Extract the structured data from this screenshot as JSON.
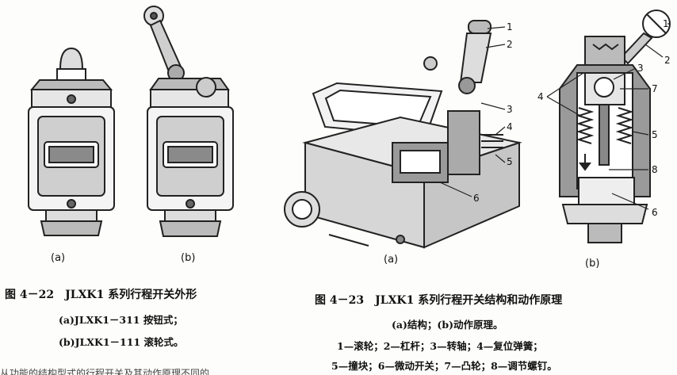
{
  "fig422": {
    "label_a": "(a)",
    "label_b": "(b)",
    "caption": "图 4－22　JLXK1 系列行程开关外形",
    "line1": "(a)JLXK1－311 按钮式；",
    "line2": "(b)JLXK1－111 滚轮式。"
  },
  "fig423": {
    "label_a": "(a)",
    "label_b": "(b)",
    "caption": "图 4－23　JLXK1 系列行程开关结构和动作原理",
    "line1": "(a)结构；(b)动作原理。",
    "line2": "1—滚轮；2—杠杆；3—转轴；4—复位弹簧；",
    "line3": "5—撞块；6—微动开关；7—凸轮；8—调节螺钉。",
    "parts_a": [
      "1",
      "2",
      "3",
      "4",
      "5",
      "6"
    ],
    "parts_b": [
      "1",
      "2",
      "3",
      "4",
      "7",
      "5",
      "8",
      "6"
    ]
  },
  "footer": {
    "cut_text": "从功能的结构型式的行程开关及其动作原理不同的"
  }
}
